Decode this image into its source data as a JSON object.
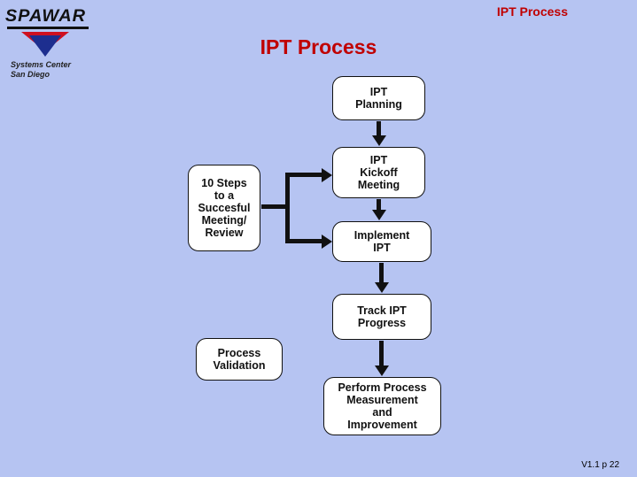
{
  "logo": {
    "wordmark": "SPAWAR",
    "sub_line1": "Systems Center",
    "sub_line2": "San Diego",
    "mark_red": "#cf1020",
    "mark_blue": "#1d2e8f"
  },
  "header": {
    "running_title": "IPT Process",
    "title_color": "#c00000"
  },
  "slide": {
    "title": "IPT Process"
  },
  "footer": {
    "version": "V1.1 p 22"
  },
  "diagram": {
    "type": "flowchart",
    "nodes": [
      {
        "id": "planning",
        "label": "IPT\nPlanning"
      },
      {
        "id": "kickoff",
        "label": "IPT\nKickoff\nMeeting"
      },
      {
        "id": "steps",
        "label": "10 Steps\nto a\nSuccesful\nMeeting/\nReview"
      },
      {
        "id": "implement",
        "label": "Implement\nIPT"
      },
      {
        "id": "track",
        "label": "Track IPT\nProgress"
      },
      {
        "id": "validation",
        "label": "Process\nValidation"
      },
      {
        "id": "perform",
        "label": "Perform Process\nMeasurement\nand\nImprovement"
      }
    ],
    "edges": [
      {
        "from": "planning",
        "to": "kickoff"
      },
      {
        "from": "kickoff",
        "to": "implement"
      },
      {
        "from": "steps",
        "to": "kickoff"
      },
      {
        "from": "steps",
        "to": "implement"
      },
      {
        "from": "implement",
        "to": "track"
      },
      {
        "from": "track",
        "to": "perform"
      }
    ]
  }
}
